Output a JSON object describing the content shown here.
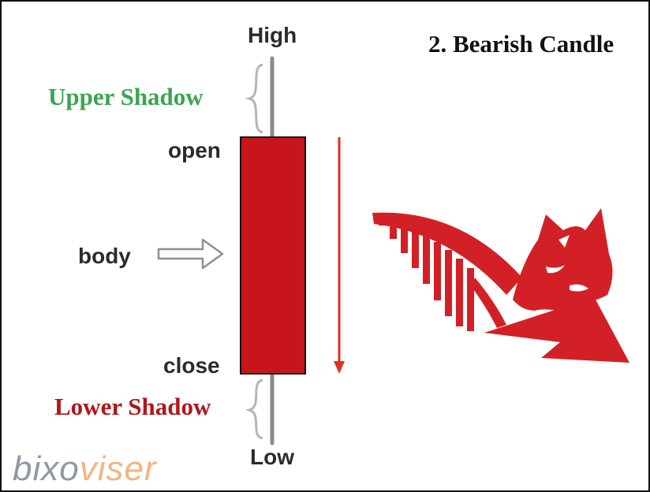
{
  "title": "2. Bearish Candle",
  "labels": {
    "high": "High",
    "open": "open",
    "body": "body",
    "close": "close",
    "low": "Low",
    "upper_shadow": "Upper Shadow",
    "lower_shadow": "Lower Shadow"
  },
  "watermark": {
    "part1": "bixo",
    "part2": "viser"
  },
  "colors": {
    "candle_body": "#c8151b",
    "upper_shadow_text": "#3aa64f",
    "lower_shadow_text": "#b0161c",
    "direction_arrow": "#e0301e",
    "bear_graphic": "#d32027"
  },
  "icons": {
    "body_pointer": "hollow-right-arrow-icon",
    "direction": "down-arrow-icon",
    "trend": "bear-downtrend-icon"
  }
}
